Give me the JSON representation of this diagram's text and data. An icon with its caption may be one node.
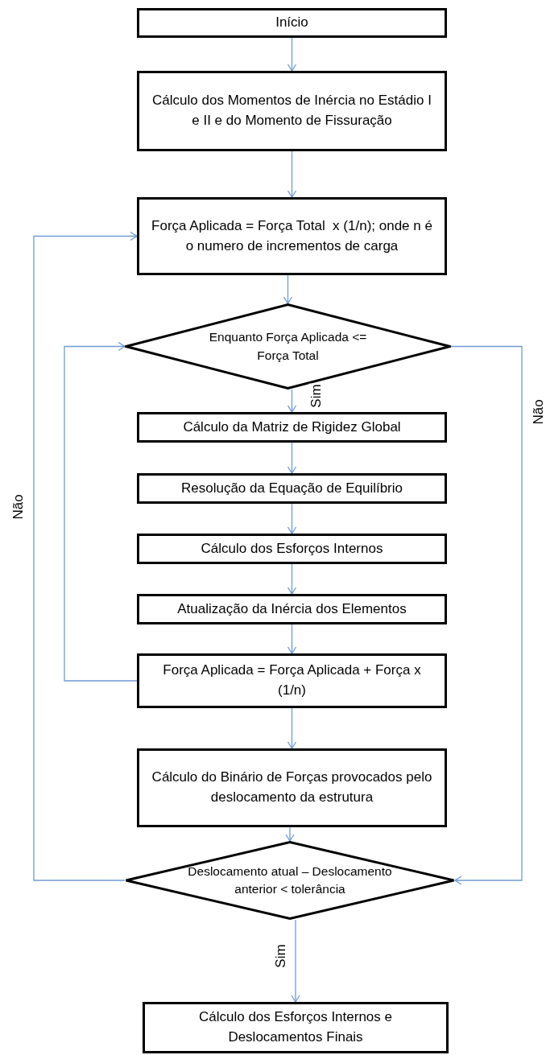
{
  "diagram": {
    "nodes": [
      {
        "text": [
          "Início"
        ]
      },
      {
        "text": [
          "Cálculo dos Momentos de Inércia no Estádio I e II e do Momento de Fissuração"
        ]
      },
      {
        "text": [
          "Força Aplicada = Força Total  x (1/n); onde n é o numero de incrementos de carga"
        ]
      },
      {
        "text": [
          "Enquanto Força Aplicada <= Força Total"
        ]
      },
      {
        "text": [
          "Cálculo da Matriz de Rigidez Global"
        ]
      },
      {
        "text": [
          "Resolução da Equação de Equilíbrio"
        ]
      },
      {
        "text": [
          "Cálculo dos Esforços Internos"
        ]
      },
      {
        "text": [
          "Atualização da Inércia dos Elementos"
        ]
      },
      {
        "text": [
          "Força Aplicada = Força Aplicada + Força x  (1/n)"
        ]
      },
      {
        "text": [
          "Cálculo do Binário de Forças provocados pelo deslocamento da estrutura"
        ]
      },
      {
        "text": [
          "Deslocamento atual – Deslocamento anterior < tolerância"
        ]
      },
      {
        "text": [
          "Cálculo dos Esforços Internos e Deslocamentos Finais"
        ]
      }
    ],
    "edges": [
      {
        "from": 0,
        "to": 1,
        "arrow": "to"
      },
      {
        "from": 1,
        "to": 2,
        "arrow": "to"
      },
      {
        "from": 2,
        "to": 3,
        "arrow": "to"
      },
      {
        "from": 3,
        "to": 4,
        "arrow": "to",
        "label": "Sim"
      },
      {
        "from": 4,
        "to": 5,
        "arrow": "to"
      },
      {
        "from": 5,
        "to": 6,
        "arrow": "to"
      },
      {
        "from": 6,
        "to": 7,
        "arrow": "to"
      },
      {
        "from": 7,
        "to": 8,
        "arrow": "to"
      },
      {
        "from": 8,
        "to": 3,
        "arrow": "to"
      },
      {
        "from": 8,
        "to": 9,
        "arrow": "to"
      },
      {
        "from": 10,
        "to": 2,
        "arrow": "to",
        "label": "Não"
      },
      {
        "from": 3,
        "to": 10,
        "arrow": "to",
        "label": "Não"
      },
      {
        "from": 9,
        "to": 10,
        "arrow": "to"
      },
      {
        "from": 10,
        "to": 11,
        "arrow": "to",
        "label": "Sim"
      }
    ]
  }
}
